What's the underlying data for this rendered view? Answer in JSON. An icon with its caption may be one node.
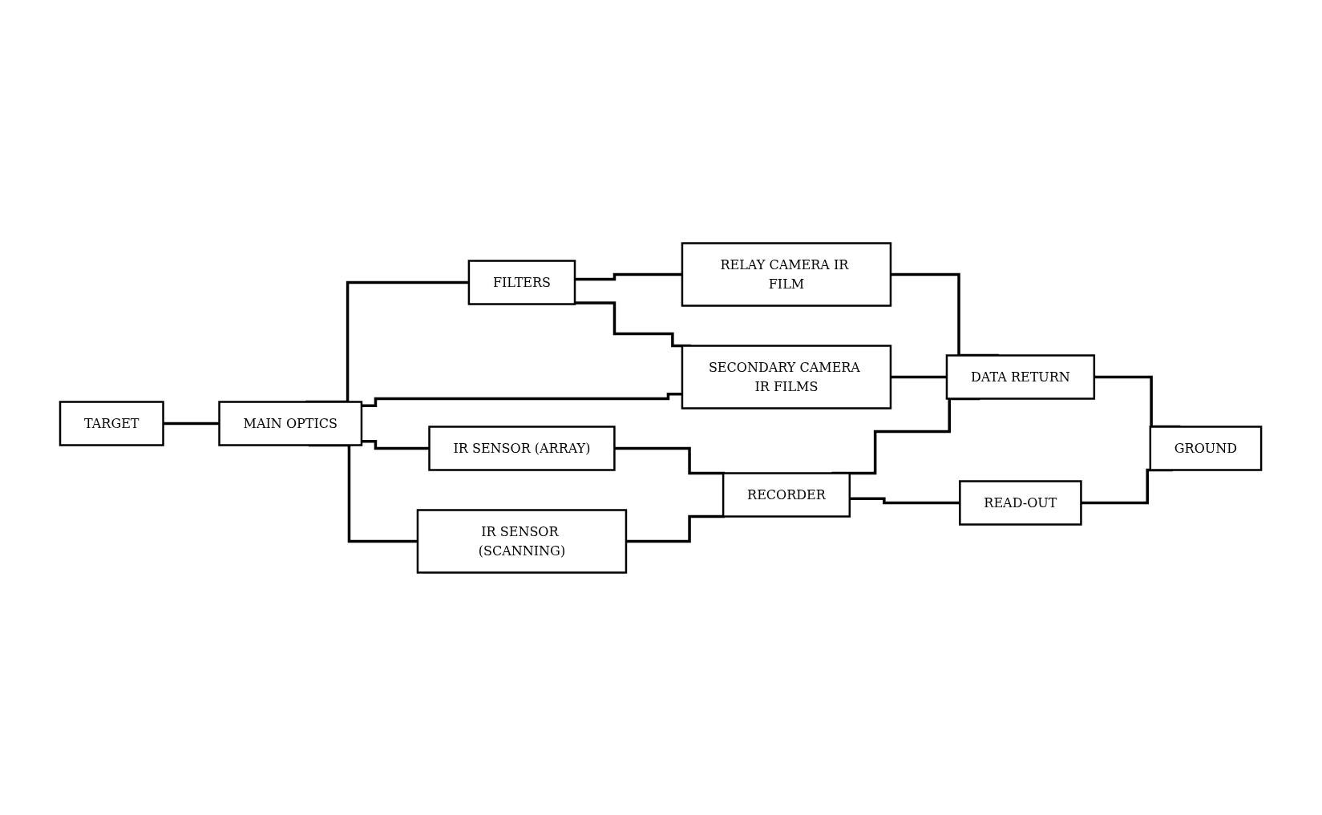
{
  "diagram": {
    "nodes": [
      {
        "text": [
          "TARGET"
        ]
      },
      {
        "text": [
          "MAIN OPTICS"
        ]
      },
      {
        "text": [
          "FILTERS"
        ]
      },
      {
        "text": [
          "RELAY CAMERA IR FILM"
        ]
      },
      {
        "text": [
          "SECONDARY CAMERA IR FILMS"
        ]
      },
      {
        "text": [
          "IR SENSOR (ARRAY)"
        ]
      },
      {
        "text": [
          "IR SENSOR (SCANNING)"
        ]
      },
      {
        "text": [
          "RECORDER"
        ]
      },
      {
        "text": [
          "DATA RETURN"
        ]
      },
      {
        "text": [
          "READ-OUT"
        ]
      },
      {
        "text": [
          "GROUND"
        ]
      }
    ],
    "edges": [
      {
        "from": 0,
        "to": 1,
        "arrow": "none"
      },
      {
        "from": 1,
        "to": 2,
        "arrow": "none"
      },
      {
        "from": 1,
        "to": 4,
        "arrow": "none"
      },
      {
        "from": 2,
        "to": 3,
        "arrow": "none"
      },
      {
        "from": 2,
        "to": 4,
        "arrow": "none"
      },
      {
        "from": 3,
        "to": 8,
        "arrow": "none"
      },
      {
        "from": 4,
        "to": 8,
        "arrow": "none"
      },
      {
        "from": 1,
        "to": 5,
        "arrow": "none"
      },
      {
        "from": 1,
        "to": 6,
        "arrow": "none"
      },
      {
        "from": 5,
        "to": 7,
        "arrow": "none"
      },
      {
        "from": 6,
        "to": 7,
        "arrow": "none"
      },
      {
        "from": 7,
        "to": 8,
        "arrow": "none"
      },
      {
        "from": 7,
        "to": 9,
        "arrow": "none"
      },
      {
        "from": 8,
        "to": 10,
        "arrow": "none"
      },
      {
        "from": 9,
        "to": 10,
        "arrow": "none"
      }
    ]
  }
}
